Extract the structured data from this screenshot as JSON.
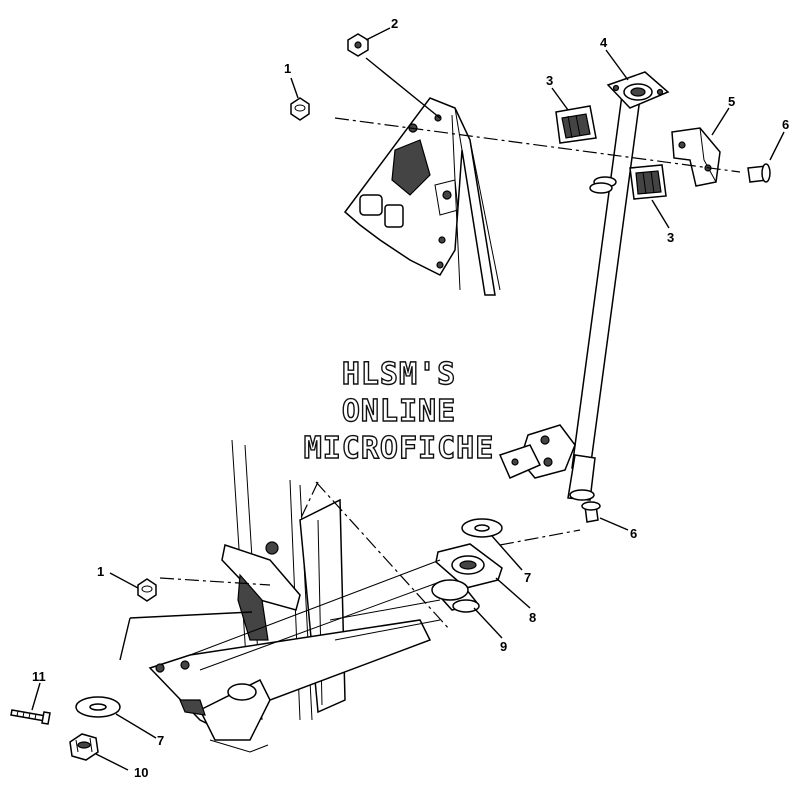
{
  "watermark": {
    "line1": "HLSM'S",
    "line2": "ONLINE",
    "line3": "MICROFICHE"
  },
  "callouts": [
    {
      "id": "c1a",
      "label": "1"
    },
    {
      "id": "c2",
      "label": "2"
    },
    {
      "id": "c3a",
      "label": "3"
    },
    {
      "id": "c4",
      "label": "4"
    },
    {
      "id": "c5",
      "label": "5"
    },
    {
      "id": "c6a",
      "label": "6"
    },
    {
      "id": "c3b",
      "label": "3"
    },
    {
      "id": "c6b",
      "label": "6"
    },
    {
      "id": "c1b",
      "label": "1"
    },
    {
      "id": "c7a",
      "label": "7"
    },
    {
      "id": "c8",
      "label": "8"
    },
    {
      "id": "c9",
      "label": "9"
    },
    {
      "id": "c11",
      "label": "11"
    },
    {
      "id": "c7b",
      "label": "7"
    },
    {
      "id": "c10",
      "label": "10"
    }
  ]
}
